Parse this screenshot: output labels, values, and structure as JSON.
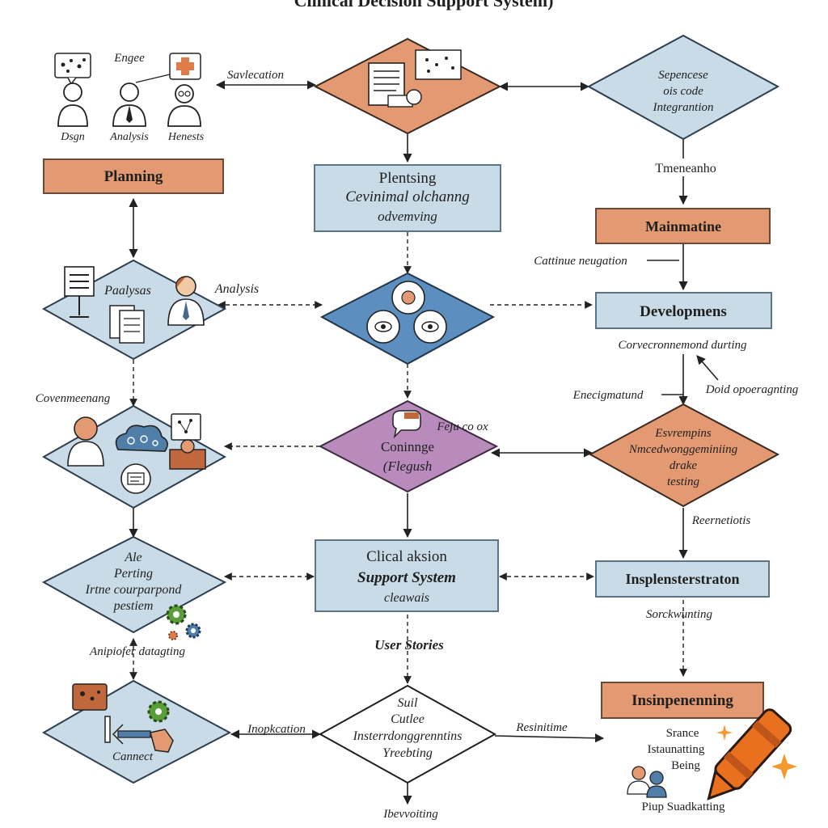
{
  "title": "Clinical Decision Support System)",
  "people": {
    "top_label": "Engee",
    "labels": [
      "Dsgn",
      "Analysis",
      "Henests"
    ]
  },
  "nodes": {
    "planning": "Planning",
    "top_center_box": [
      "Plentsing",
      "Cevinimal olchanng",
      "odvemving"
    ],
    "top_right_diamond": [
      "Sepencese",
      "ois code",
      "Integrantion"
    ],
    "maintenance": "Mainmatine",
    "left_diamond_1": "Paalysas",
    "developments": "Developmens",
    "center_diamond_3": [
      "Coninnge",
      "(Flegush"
    ],
    "right_orange_diamond": [
      "Esvrempins",
      "Nmcedwonggeminiing",
      "drake",
      "testing"
    ],
    "left_diamond_3": [
      "Ale",
      "Perting",
      "Irtne courparpond",
      "pestiem"
    ],
    "center_system_box": [
      "Clical aksion",
      "Support System",
      "cleawais"
    ],
    "implementation": "Insplensterstraton",
    "left_diamond_4": "Cannect",
    "center_white_diamond": [
      "Suil",
      "Cutlee",
      "Insterrdonggrenntins",
      "Yreebting"
    ],
    "bottom_right_box": "Insinpenenning",
    "bottom_right_list": [
      "Srance",
      "Istaunatting",
      "Being"
    ],
    "bottom_right_caption": "Piup Suadkatting"
  },
  "edge_labels": {
    "saylecation": "Savlecation",
    "tmeneanho": "Tmeneanho",
    "catinue": "Cattinue neugation",
    "analysis": "Analysis",
    "conveyance": "Corvecronnemond durting",
    "covenmenang": "Covenmeenang",
    "enecigmatund": "Enecigmatund",
    "doid": "Doid opoeragnting",
    "feju": "Feju co ox",
    "reernetiotis": "Reernetiotis",
    "sorchwunting": "Sorckwunting",
    "user_stories": "User Stories",
    "anipiofer": "Anipiofer datagting",
    "inopkcation": "Inopkcation",
    "resinitime": "Resinitime",
    "ibevvoliting": "Ibevvoiting"
  }
}
